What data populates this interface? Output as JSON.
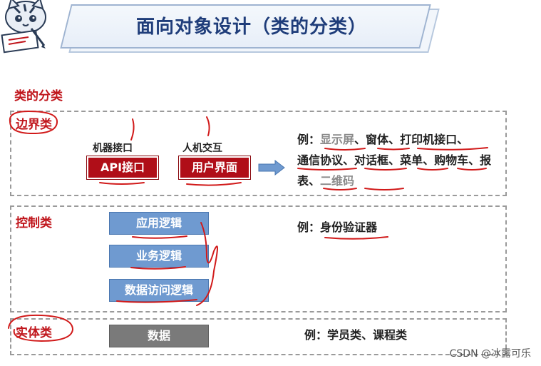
{
  "header": {
    "title": "面向对象设计（类的分类）"
  },
  "heading": "类的分类",
  "boundary": {
    "label": "边界类",
    "api_caption": "机器接口",
    "api_button": "API接口",
    "ui_caption": "人机交互",
    "ui_button": "用户界面",
    "example_prefix": "例：",
    "examples": [
      "显示屏",
      "窗体",
      "打印机接口",
      "通信协议",
      "对话框",
      "菜单",
      "购物车",
      "报表",
      "二维码"
    ],
    "separator": "、"
  },
  "control": {
    "label": "控制类",
    "buttons": [
      "应用逻辑",
      "业务逻辑",
      "数据访问逻辑"
    ],
    "example_prefix": "例：",
    "example": "身份验证器"
  },
  "entity": {
    "label": "实体类",
    "button": "数据",
    "example_prefix": "例：",
    "example": "学员类、课程类"
  },
  "watermark": "CSDN @冰露可乐",
  "colors": {
    "title": "#1f3d7a",
    "section_red": "#c0151b",
    "boundary_button": "#b00e18",
    "control_button": "#6f9ad0",
    "entity_button": "#7a7a7a",
    "annotation_ink": "#d11a1a"
  }
}
